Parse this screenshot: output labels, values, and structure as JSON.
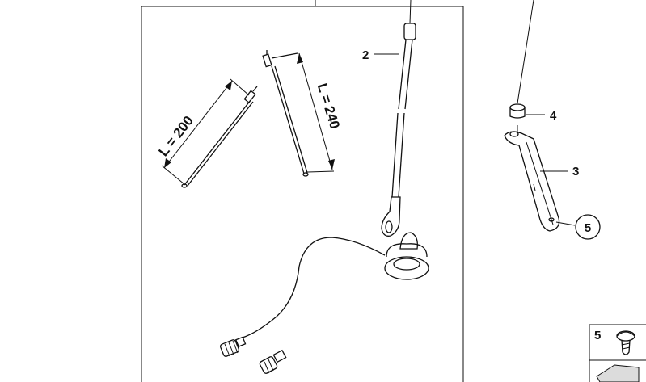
{
  "callouts": {
    "rod": "2",
    "bracket": "3",
    "grommet": "4",
    "screw_circled": "5",
    "screw_legend": "5"
  },
  "dimensions": {
    "short_rod": "L = 200",
    "long_rod": "L = 240"
  },
  "icons": {
    "screw": "screw-icon",
    "arrow": "arrow-icon"
  }
}
